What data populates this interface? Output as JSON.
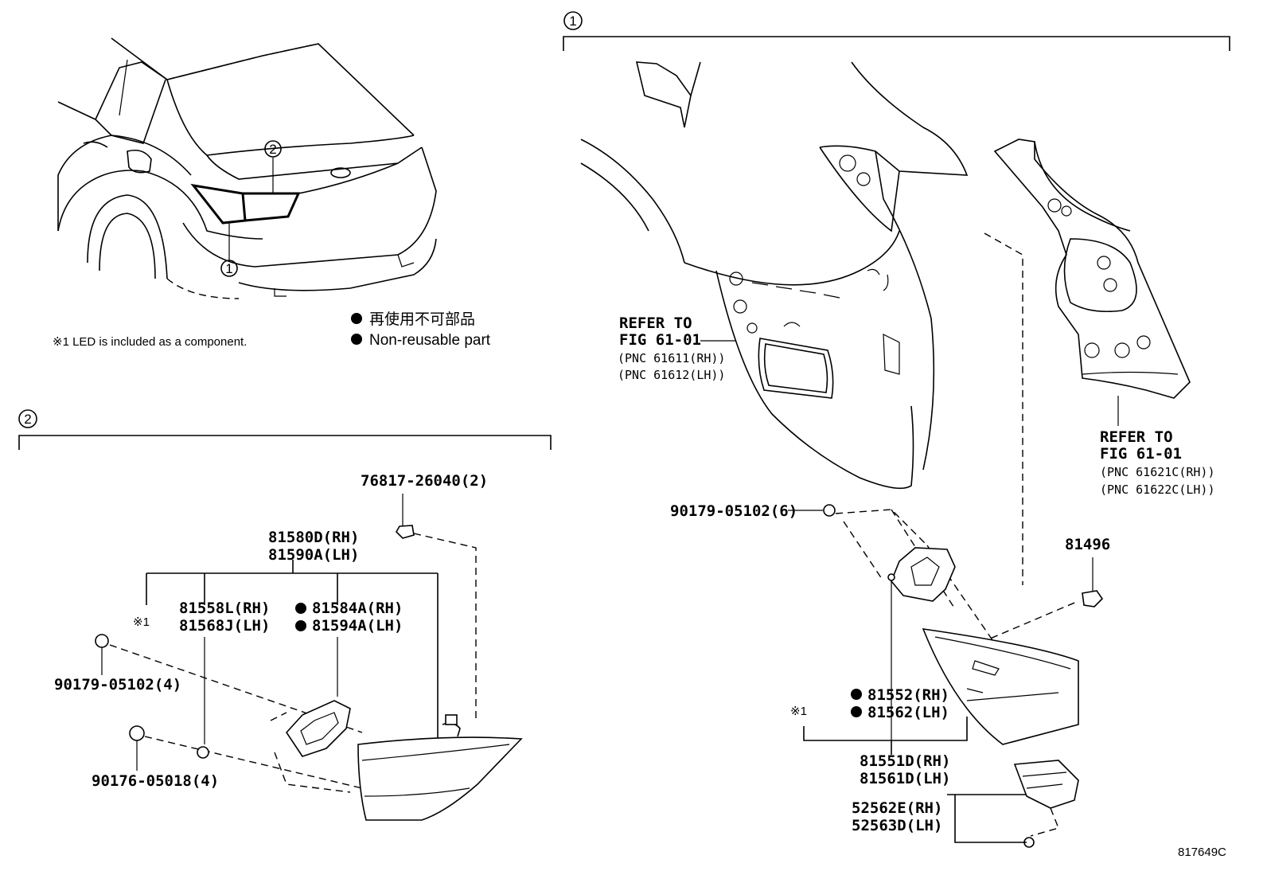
{
  "legend": {
    "jp": "再使用不可部品",
    "en": "Non-reusable part",
    "note": "※1 LED is included as a component."
  },
  "callouts": {
    "one": "1",
    "two": "2"
  },
  "refer_rh": {
    "line1": "REFER TO",
    "line2": "FIG 61-01",
    "pnc1": "(PNC 61611(RH))",
    "pnc2": "(PNC 61612(LH))"
  },
  "refer_lh": {
    "line1": "REFER TO",
    "line2": "FIG 61-01",
    "pnc1": "(PNC 61621C(RH))",
    "pnc2": "(PNC 61622C(LH))"
  },
  "parts": {
    "p76817": "76817-26040(2)",
    "p81580": "81580D(RH)",
    "p81590": "81590A(LH)",
    "p81558": "81558L(RH)",
    "p81568": "81568J(LH)",
    "p81584": "81584A(RH)",
    "p81594": "81594A(LH)",
    "star1_left": "※1",
    "p90179_4": "90179-05102(4)",
    "p90176": "90176-05018(4)",
    "p90179_6": "90179-05102(6)",
    "p81496": "81496",
    "p81552": "81552(RH)",
    "p81562": "81562(LH)",
    "star1_right": "※1",
    "p81551": "81551D(RH)",
    "p81561": "81561D(LH)",
    "p52562": "52562E(RH)",
    "p52563": "52563D(LH)"
  },
  "figure_id": "817649C"
}
